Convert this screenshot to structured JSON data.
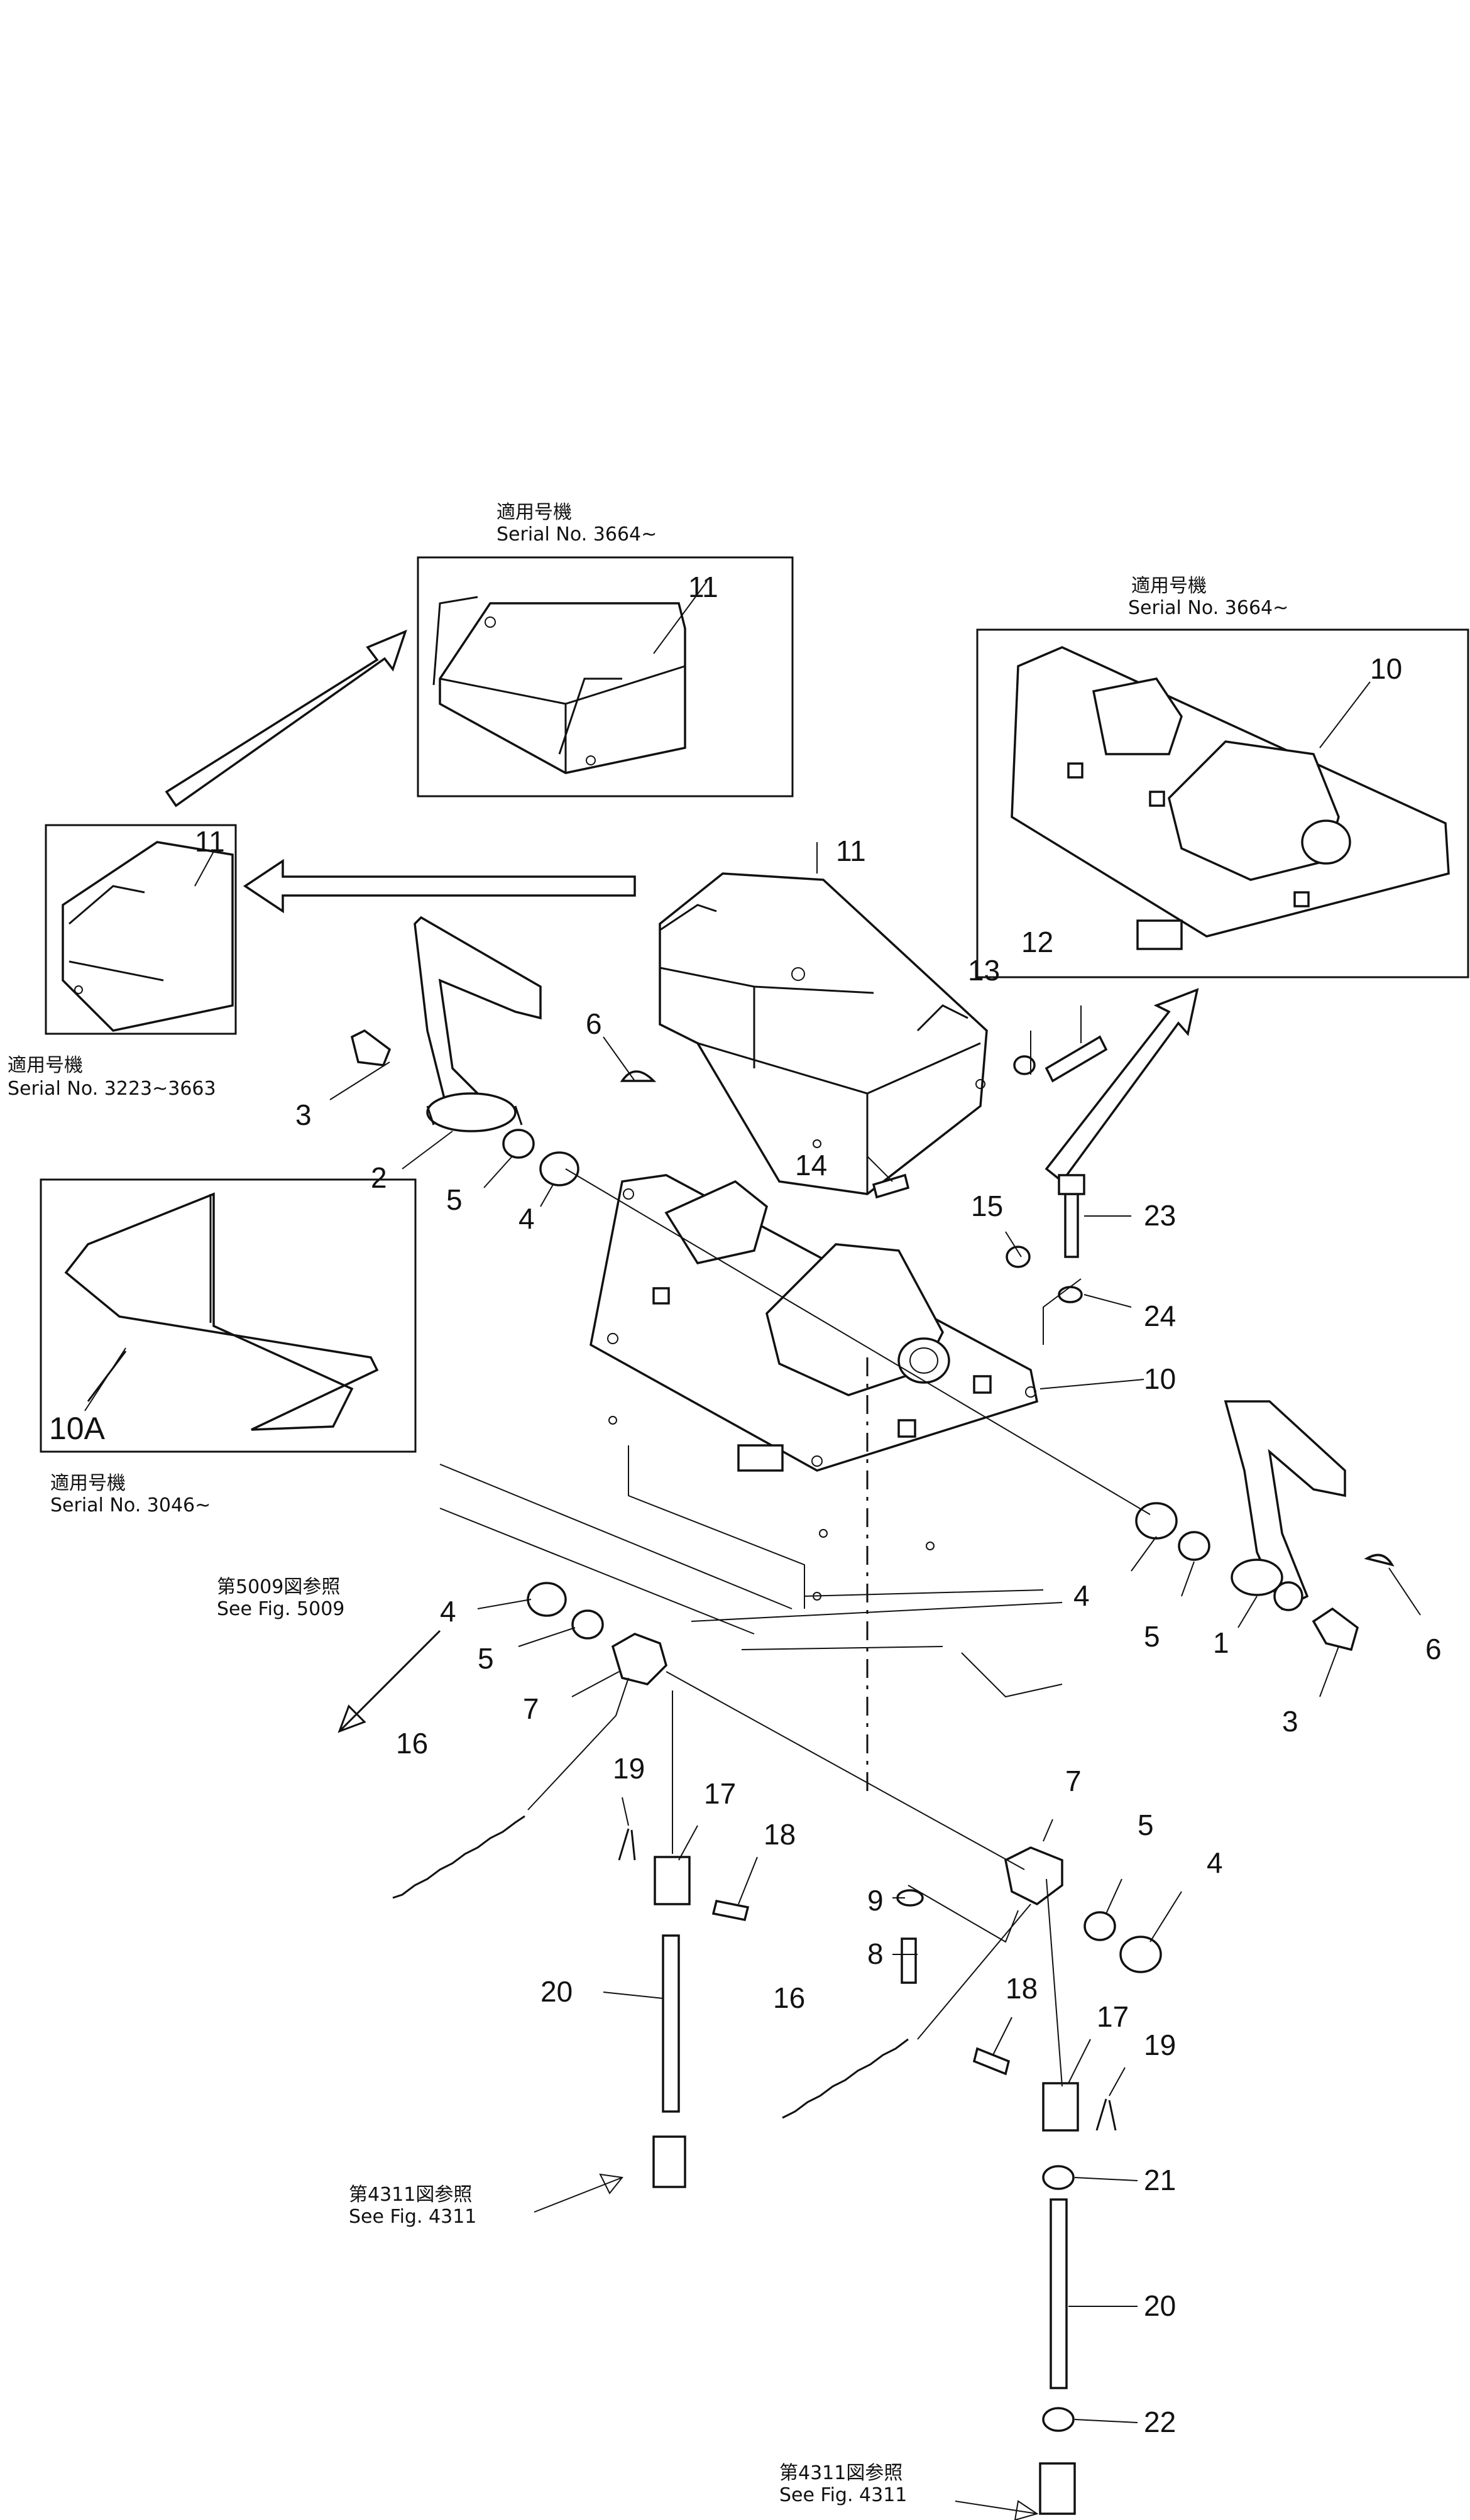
{
  "notes": {
    "inset_top_jp": "適用号機",
    "inset_top_serial": "Serial No. 3664~",
    "inset_right_jp": "適用号機",
    "inset_right_serial": "Serial No. 3664~",
    "inset_left_jp": "適用号機",
    "inset_left_serial": "Serial No. 3223~3663",
    "inset_10a_jp": "適用号機",
    "inset_10a_serial": "Serial No. 3046~",
    "ref5009_jp": "第5009図参照",
    "ref5009_en": "See Fig. 5009",
    "ref4311a_jp": "第4311図参照",
    "ref4311a_en": "See Fig. 4311",
    "ref4311b_jp": "第4311図参照",
    "ref4311b_en": "See Fig. 4311"
  },
  "callouts": {
    "c1": "1",
    "c2": "2",
    "c3a": "3",
    "c3b": "3",
    "c4a": "4",
    "c4b": "4",
    "c4c": "4",
    "c4d": "4",
    "c5a": "5",
    "c5b": "5",
    "c5c": "5",
    "c5d": "5",
    "c6a": "6",
    "c6b": "6",
    "c7a": "7",
    "c7b": "7",
    "c8": "8",
    "c9": "9",
    "c10a": "10",
    "c10b": "10",
    "c10A": "10A",
    "c11a": "11",
    "c11b": "11",
    "c11c": "11",
    "c12": "12",
    "c13": "13",
    "c14": "14",
    "c15": "15",
    "c16a": "16",
    "c16b": "16",
    "c17a": "17",
    "c17b": "17",
    "c18a": "18",
    "c18b": "18",
    "c19a": "19",
    "c19b": "19",
    "c20a": "20",
    "c20b": "20",
    "c21": "21",
    "c22": "22",
    "c23": "23",
    "c24": "24"
  }
}
